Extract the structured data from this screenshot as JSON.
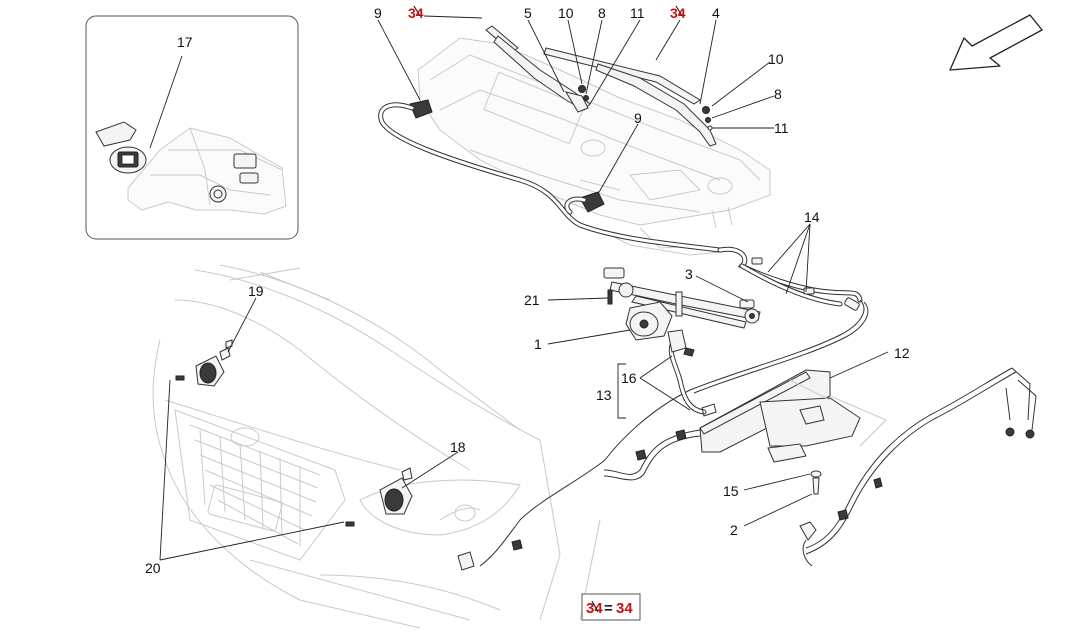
{
  "callouts": [
    {
      "id": "c9a",
      "text": "9"
    },
    {
      "id": "c34a",
      "text": "34"
    },
    {
      "id": "c5",
      "text": "5"
    },
    {
      "id": "c10a",
      "text": "10"
    },
    {
      "id": "c8a",
      "text": "8"
    },
    {
      "id": "c11a",
      "text": "11"
    },
    {
      "id": "c34b",
      "text": "34"
    },
    {
      "id": "c4",
      "text": "4"
    },
    {
      "id": "c10b",
      "text": "10"
    },
    {
      "id": "c8b",
      "text": "8"
    },
    {
      "id": "c11b",
      "text": "11"
    },
    {
      "id": "c9b",
      "text": "9"
    },
    {
      "id": "c17",
      "text": "17"
    },
    {
      "id": "c14",
      "text": "14"
    },
    {
      "id": "c3",
      "text": "3"
    },
    {
      "id": "c21",
      "text": "21"
    },
    {
      "id": "c1",
      "text": "1"
    },
    {
      "id": "c19",
      "text": "19"
    },
    {
      "id": "c12",
      "text": "12"
    },
    {
      "id": "c16",
      "text": "16"
    },
    {
      "id": "c13",
      "text": "13"
    },
    {
      "id": "c18",
      "text": "18"
    },
    {
      "id": "c15",
      "text": "15"
    },
    {
      "id": "c2",
      "text": "2"
    },
    {
      "id": "c20",
      "text": "20"
    }
  ],
  "legend": {
    "left": "34",
    "equals": "=",
    "right": "34"
  },
  "colors": {
    "accent_red": "#cc1111",
    "line": "#222222",
    "ghost": "#c9c9c9"
  },
  "icons": {
    "direction": "front-direction-arrow-icon"
  }
}
